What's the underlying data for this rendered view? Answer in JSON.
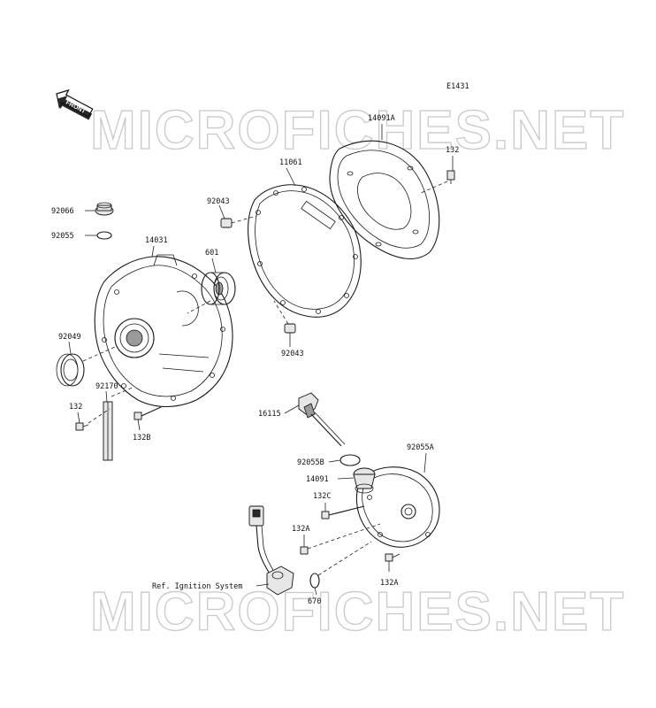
{
  "diagram": {
    "code": "E1431",
    "front_arrow": "FRONT",
    "watermark": "MICROFICHES.NET",
    "parts": {
      "p14091A": "14091A",
      "p132_top": "132",
      "p11061": "11061",
      "p92043_top": "92043",
      "p92066": "92066",
      "p92055": "92055",
      "p14031": "14031",
      "p601": "601",
      "p92049": "92049",
      "p92043_bottom": "92043",
      "p92170": "92170",
      "p132_left": "132",
      "p132B": "132B",
      "p16115": "16115",
      "p92055A": "92055A",
      "p92055B": "92055B",
      "p14091": "14091",
      "p132C": "132C",
      "p132A_mid": "132A",
      "p132A_right": "132A",
      "p670": "670",
      "ref_ignition": "Ref. Ignition System"
    }
  }
}
